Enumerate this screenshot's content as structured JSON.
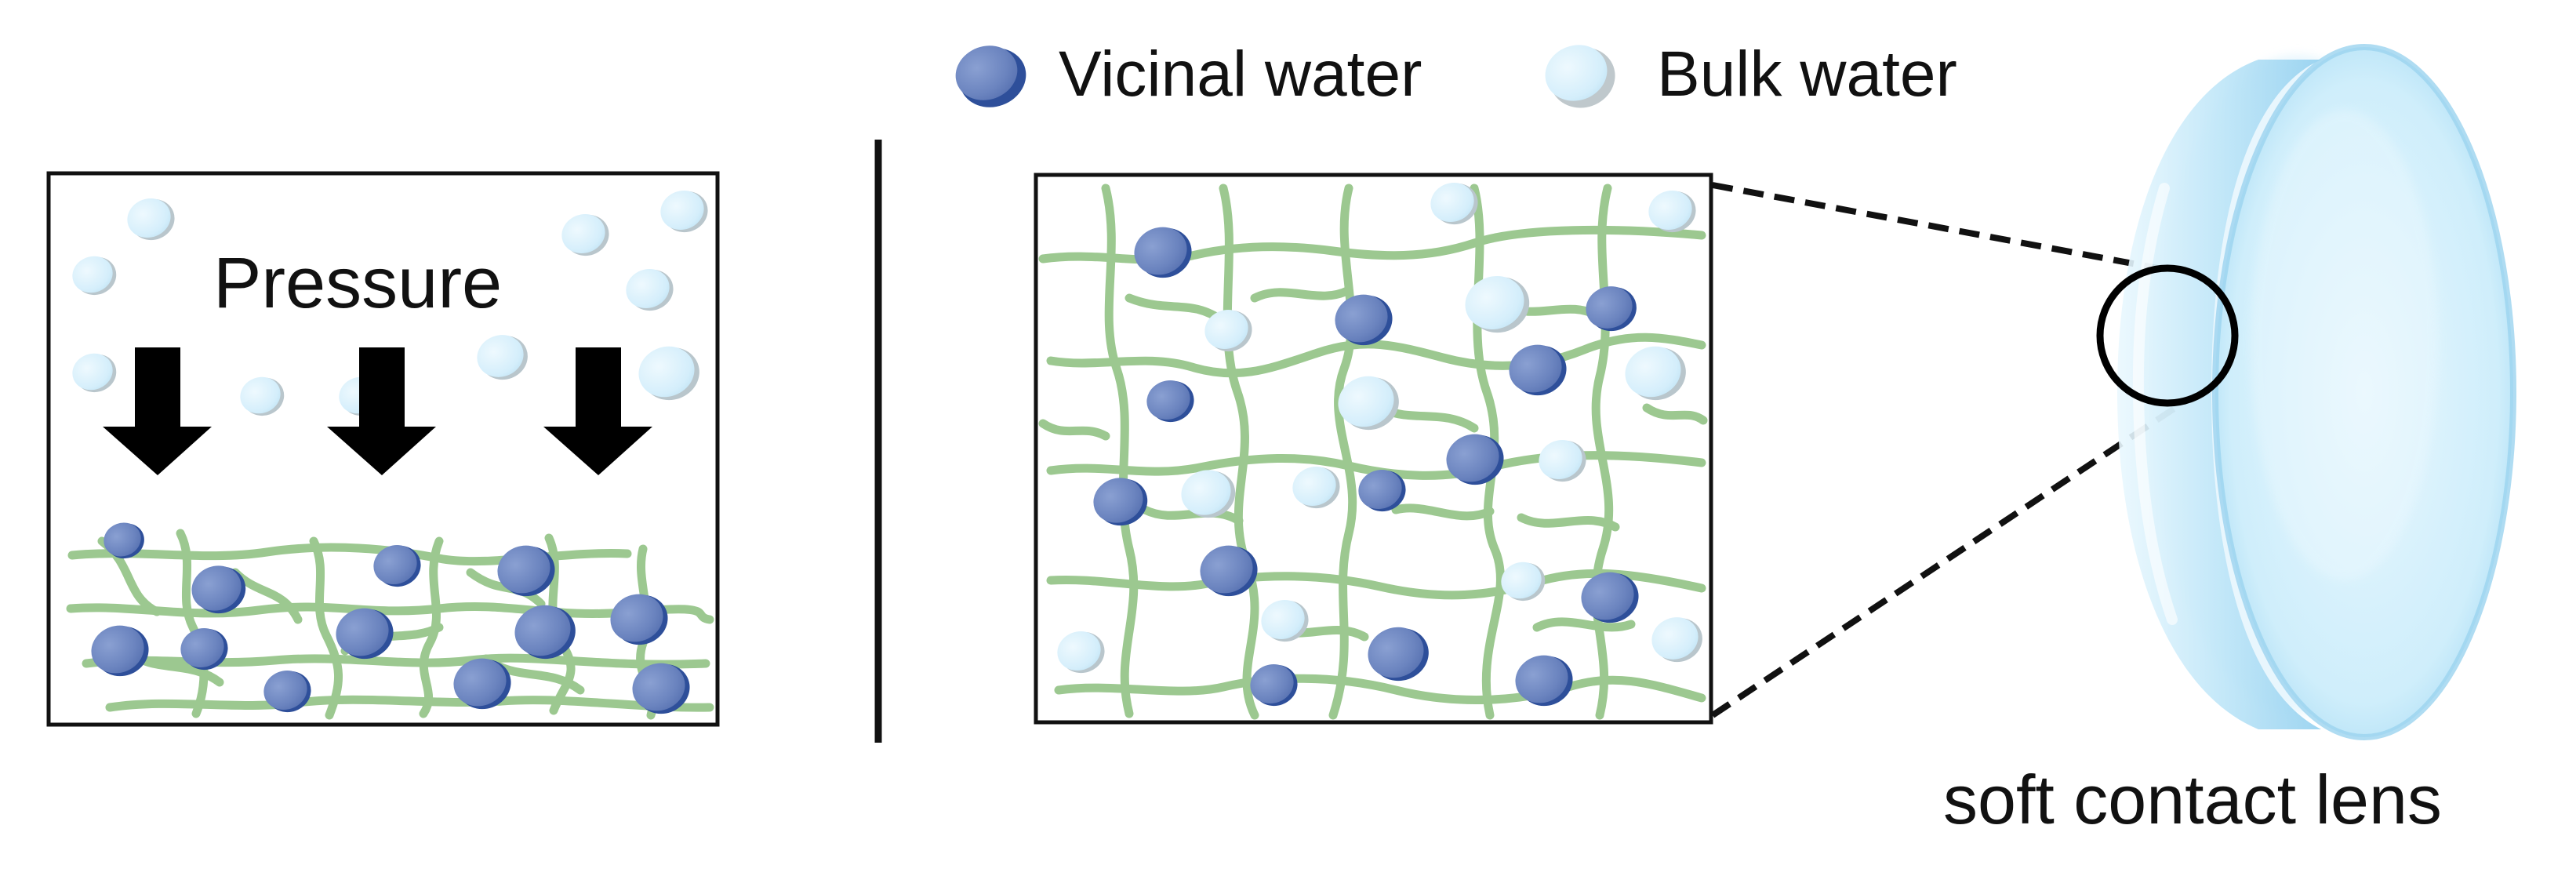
{
  "legend": {
    "vicinal_label": "Vicinal water",
    "bulk_label": "Bulk water"
  },
  "left_panel": {
    "pressure_label": "Pressure"
  },
  "lens": {
    "caption": "soft contact lens"
  },
  "colors": {
    "vicinal_fill": "#6b84bf",
    "vicinal_edge": "#2e4f9a",
    "bulk_fill": "#d6effb",
    "bulk_edge": "#b9c6cc",
    "network": "#9cc890",
    "frame": "#111111",
    "arrow": "#000000",
    "lens_light": "#dff4fd",
    "lens_mid": "#a9dcf4"
  },
  "icons": {
    "vicinal": "vicinal-water-droplet-icon",
    "bulk": "bulk-water-droplet-icon",
    "arrow": "arrow-down-icon",
    "lens": "soft-contact-lens-icon"
  }
}
